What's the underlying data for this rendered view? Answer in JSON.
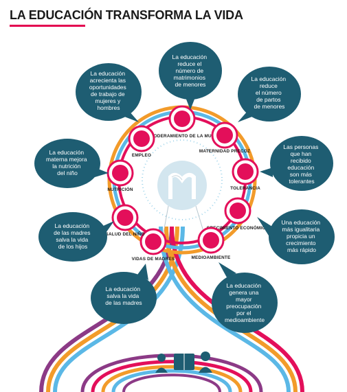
{
  "title": "LA EDUCACIÓN TRANSFORMA LA VIDA",
  "colors": {
    "teal": "#1e5d72",
    "magenta": "#e30f5a",
    "orange": "#f29b2a",
    "blue": "#5bb8e6",
    "purple": "#8c3a86",
    "ring_dots": "#9ed3ea"
  },
  "center_icon": "logo-icon",
  "bottom_icons": [
    "student-icon",
    "book-icon",
    "teacher-icon"
  ],
  "nodes": [
    {
      "id": "empoderamiento",
      "label": "EMPODERAMIENTO DE LA MUJER",
      "icon": "women-icon"
    },
    {
      "id": "maternidad",
      "label": "MATERNIDAD PRECOZ",
      "icon": "pregnant-icon"
    },
    {
      "id": "tolerancia",
      "label": "TOLERANCIA",
      "icon": "houses-icon"
    },
    {
      "id": "crecimiento",
      "label": "CRECIMIENTO ECONÓMICO",
      "icon": "money-icon"
    },
    {
      "id": "medioambiente",
      "label": "MEDIOAMBIENTE",
      "icon": "globe-icon"
    },
    {
      "id": "vidas",
      "label": "VIDAS DE MADRES",
      "icon": "mother-icon"
    },
    {
      "id": "salud",
      "label": "SALUD DEL NIÑO",
      "icon": "baby-icon"
    },
    {
      "id": "nutricion",
      "label": "NUTRICIÓN",
      "icon": "apple-icon"
    },
    {
      "id": "empleo",
      "label": "EMPLEO",
      "icon": "briefcase-icon"
    }
  ],
  "bubbles": [
    {
      "id": "b-top",
      "lines": [
        "La educación",
        "reduce el",
        "número de",
        "matrimonios",
        "de menores"
      ]
    },
    {
      "id": "b-trabajo",
      "lines": [
        "La educación",
        "acrecienta las",
        "oportunidades",
        "de trabajo de",
        "mujeres y",
        "hombres"
      ]
    },
    {
      "id": "b-partos",
      "lines": [
        "La educación",
        "reduce",
        "el número",
        "de partos",
        "de menores"
      ]
    },
    {
      "id": "b-nutricion",
      "lines": [
        "La educación",
        "materna mejora",
        "la nutrición",
        "del niño"
      ]
    },
    {
      "id": "b-tolerantes",
      "lines": [
        "Las personas",
        "que han",
        "recibido",
        "educación",
        "son más",
        "tolerantes"
      ]
    },
    {
      "id": "b-hijos",
      "lines": [
        "La educación",
        "de las madres",
        "salva la vida",
        "de los hijos"
      ]
    },
    {
      "id": "b-crecimiento",
      "lines": [
        "Una educación",
        "más igualitaria",
        "propicia un",
        "crecimiento",
        "más rápido"
      ]
    },
    {
      "id": "b-madres",
      "lines": [
        "La educación",
        "salva la vida",
        "de las madres"
      ]
    },
    {
      "id": "b-medio",
      "lines": [
        "La educación",
        "genera una",
        "mayor",
        "preocupación",
        "por el",
        "medioambiente"
      ]
    }
  ]
}
